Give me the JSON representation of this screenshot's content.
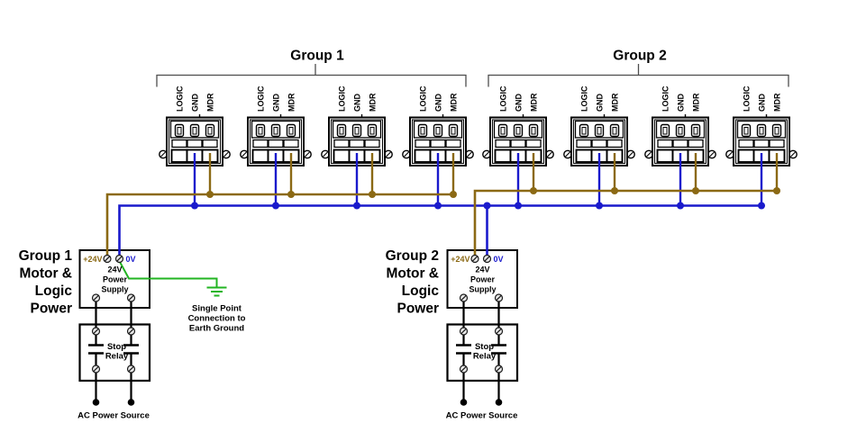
{
  "group1": {
    "title": "Group 1",
    "power_label_lines": [
      "Group 1",
      "Motor &",
      "Logic",
      "Power"
    ]
  },
  "group2": {
    "title": "Group 2",
    "power_label_lines": [
      "Group 2",
      "Motor &",
      "Logic",
      "Power"
    ]
  },
  "connector": {
    "pins": [
      "LOGIC",
      "GND",
      "MDR"
    ]
  },
  "power_supply": {
    "pos_terminal": "+24V",
    "neg_terminal": "0V",
    "name_lines": [
      "24V",
      "Power",
      "Supply"
    ]
  },
  "stop_relay": {
    "name_lines": [
      "Stop",
      "Relay"
    ]
  },
  "ac_power_label": "AC Power Source",
  "ground_note_lines": [
    "Single Point",
    "Connection to",
    "Earth Ground"
  ],
  "colors": {
    "wire_24v": "#8B6914",
    "wire_0v": "#1A1ACC",
    "wire_earth": "#22B422",
    "wire_black": "#000000"
  }
}
